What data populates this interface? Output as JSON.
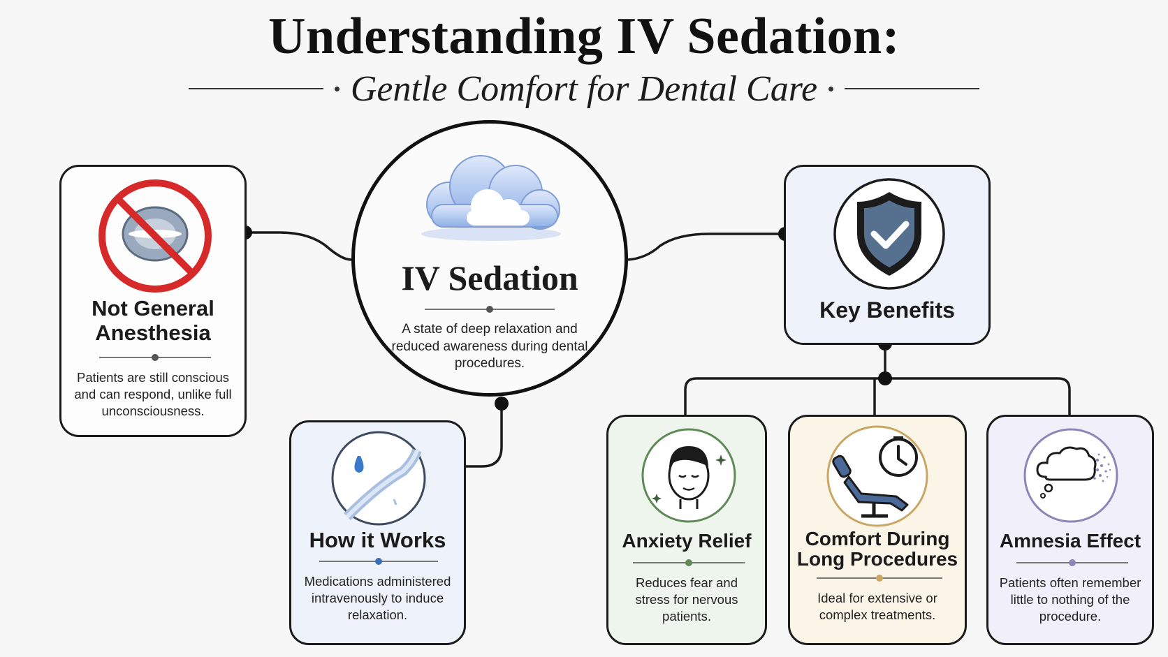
{
  "header": {
    "title": "Understanding IV Sedation:",
    "subtitle": "Gentle Comfort for Dental Care"
  },
  "center": {
    "title": "IV Sedation",
    "description": "A state of deep relaxation and reduced awareness during dental procedures."
  },
  "not_general": {
    "title_line1": "Not General",
    "title_line2": "Anesthesia",
    "description": "Patients are still conscious and can respond, unlike full unconsciousness."
  },
  "how_it_works": {
    "title": "How it Works",
    "description": "Medications administered intravenously to induce relaxation."
  },
  "key_benefits": {
    "title": "Key Benefits"
  },
  "benefits": [
    {
      "title_line1": "Anxiety Relief",
      "title_line2": "",
      "description": "Reduces fear and stress for nervous patients."
    },
    {
      "title_line1": "Comfort During",
      "title_line2": "Long Procedures",
      "description": "Ideal for extensive or complex treatments."
    },
    {
      "title_line1": "Amnesia Effect",
      "title_line2": "",
      "description": "Patients often remember little to nothing of the procedure."
    }
  ],
  "colors": {
    "outline": "#1b1b1b",
    "prohibit_red": "#d62a2a",
    "shield_blue": "#56708f",
    "blue_card_bg": "#eef2fa",
    "green_card_bg": "#eef5ec",
    "green_accent": "#5f8a58",
    "amber_card_bg": "#fbf5e8",
    "amber_accent": "#c9a663",
    "lilac_card_bg": "#f1eff9",
    "lilac_accent": "#8f84b8"
  },
  "icons": {
    "not_general": "prohibited-mask-icon",
    "center": "cloud-icon",
    "how_it_works": "iv-drip-icon",
    "key_benefits": "shield-check-icon",
    "anxiety": "calm-face-icon",
    "comfort": "dental-chair-clock-icon",
    "amnesia": "fading-thought-icon"
  }
}
